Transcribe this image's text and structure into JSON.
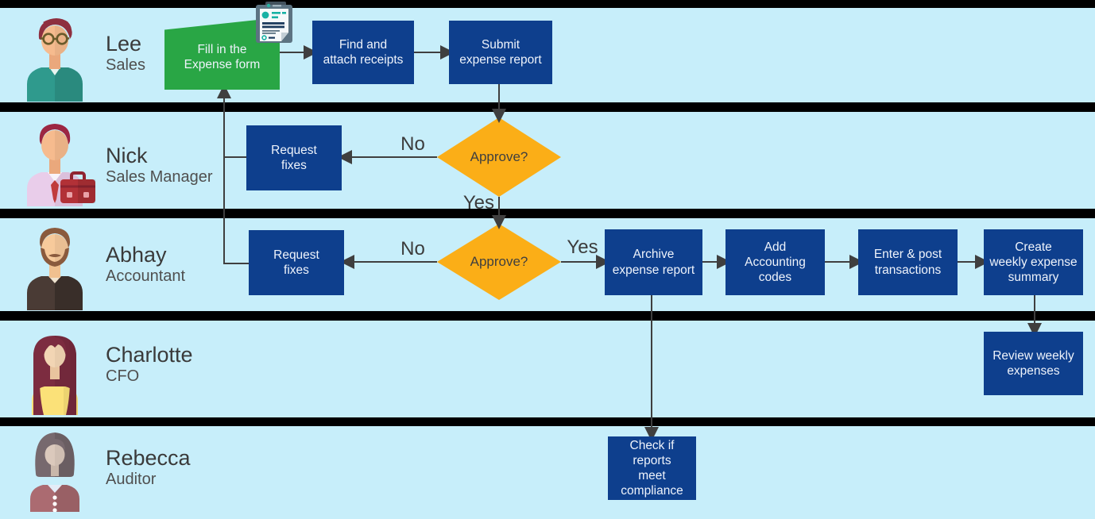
{
  "colors": {
    "lane_background": "#c7eefa",
    "lane_divider": "#000000",
    "process_node": "#0e3f8d",
    "start_node": "#29a645",
    "decision_node": "#fbae17",
    "connector": "#3f3f3f",
    "node_text": "#eef3fb",
    "label_text": "#3c3c3c"
  },
  "lanes": [
    {
      "name": "Lee",
      "role": "Sales"
    },
    {
      "name": "Nick",
      "role": "Sales Manager"
    },
    {
      "name": "Abhay",
      "role": "Accountant"
    },
    {
      "name": "Charlotte",
      "role": "CFO"
    },
    {
      "name": "Rebecca",
      "role": "Auditor"
    }
  ],
  "nodes": {
    "fill_form": {
      "label": "Fill in the\nExpense form",
      "type": "start",
      "lane": "Lee"
    },
    "find_receipts": {
      "label": "Find and\nattach receipts",
      "type": "process",
      "lane": "Lee"
    },
    "submit_report": {
      "label": "Submit\nexpense report",
      "type": "process",
      "lane": "Lee"
    },
    "request_fixes_manager": {
      "label": "Request\nfixes",
      "type": "process",
      "lane": "Nick"
    },
    "request_fixes_accountant": {
      "label": "Request\nfixes",
      "type": "process",
      "lane": "Abhay"
    },
    "archive_report": {
      "label": "Archive\nexpense report",
      "type": "process",
      "lane": "Abhay"
    },
    "add_codes": {
      "label": "Add\nAccounting\ncodes",
      "type": "process",
      "lane": "Abhay"
    },
    "post_transactions": {
      "label": "Enter & post\ntransactions",
      "type": "process",
      "lane": "Abhay"
    },
    "create_summary": {
      "label": "Create\nweekly expense\nsummary",
      "type": "process",
      "lane": "Abhay"
    },
    "review_expenses": {
      "label": "Review weekly\nexpenses",
      "type": "process",
      "lane": "Charlotte"
    },
    "check_compliance": {
      "label": "Check if\nreports\nmeet\ncompliance",
      "type": "process",
      "lane": "Rebecca"
    }
  },
  "decisions": {
    "manager_approve": {
      "label": "Approve?",
      "lane": "Nick"
    },
    "accountant_approve": {
      "label": "Approve?",
      "lane": "Abhay"
    }
  },
  "edge_labels": {
    "manager_no": "No",
    "manager_yes": "Yes",
    "accountant_no": "No",
    "accountant_yes": "Yes"
  },
  "edges": [
    {
      "from": "fill_form",
      "to": "find_receipts"
    },
    {
      "from": "find_receipts",
      "to": "submit_report"
    },
    {
      "from": "submit_report",
      "to": "manager_approve"
    },
    {
      "from": "manager_approve",
      "to": "request_fixes_manager",
      "label": "No"
    },
    {
      "from": "manager_approve",
      "to": "accountant_approve",
      "label": "Yes"
    },
    {
      "from": "request_fixes_manager",
      "to": "fill_form"
    },
    {
      "from": "accountant_approve",
      "to": "request_fixes_accountant",
      "label": "No"
    },
    {
      "from": "request_fixes_accountant",
      "to": "fill_form"
    },
    {
      "from": "accountant_approve",
      "to": "archive_report",
      "label": "Yes"
    },
    {
      "from": "archive_report",
      "to": "add_codes"
    },
    {
      "from": "add_codes",
      "to": "post_transactions"
    },
    {
      "from": "post_transactions",
      "to": "create_summary"
    },
    {
      "from": "create_summary",
      "to": "review_expenses"
    },
    {
      "from": "archive_report",
      "to": "check_compliance"
    }
  ],
  "icons": {
    "expense_form_icon": "receipt-clipboard-icon"
  }
}
